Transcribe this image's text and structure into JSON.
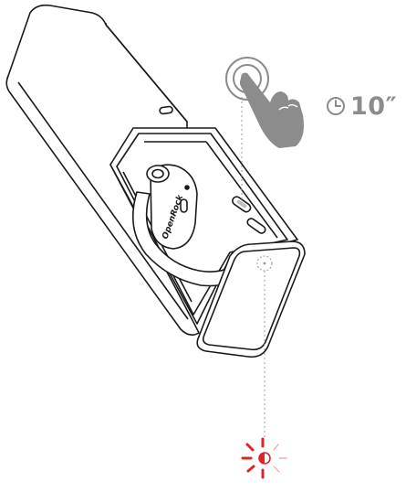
{
  "device": {
    "brand_label": "OpenRock"
  },
  "instruction": {
    "hold_duration": "10\"",
    "hold_duration_display": "10″"
  },
  "icons": {
    "press": "hand-press-icon",
    "timer": "clock-icon",
    "indicator": "indicator-light-flashing-icon"
  },
  "colors": {
    "outline": "#1a1a1a",
    "hand": "#8c8c8c",
    "indicator_red": "#e0242b",
    "indicator_dim": "#e8a0a3",
    "guide_line": "#999999"
  }
}
